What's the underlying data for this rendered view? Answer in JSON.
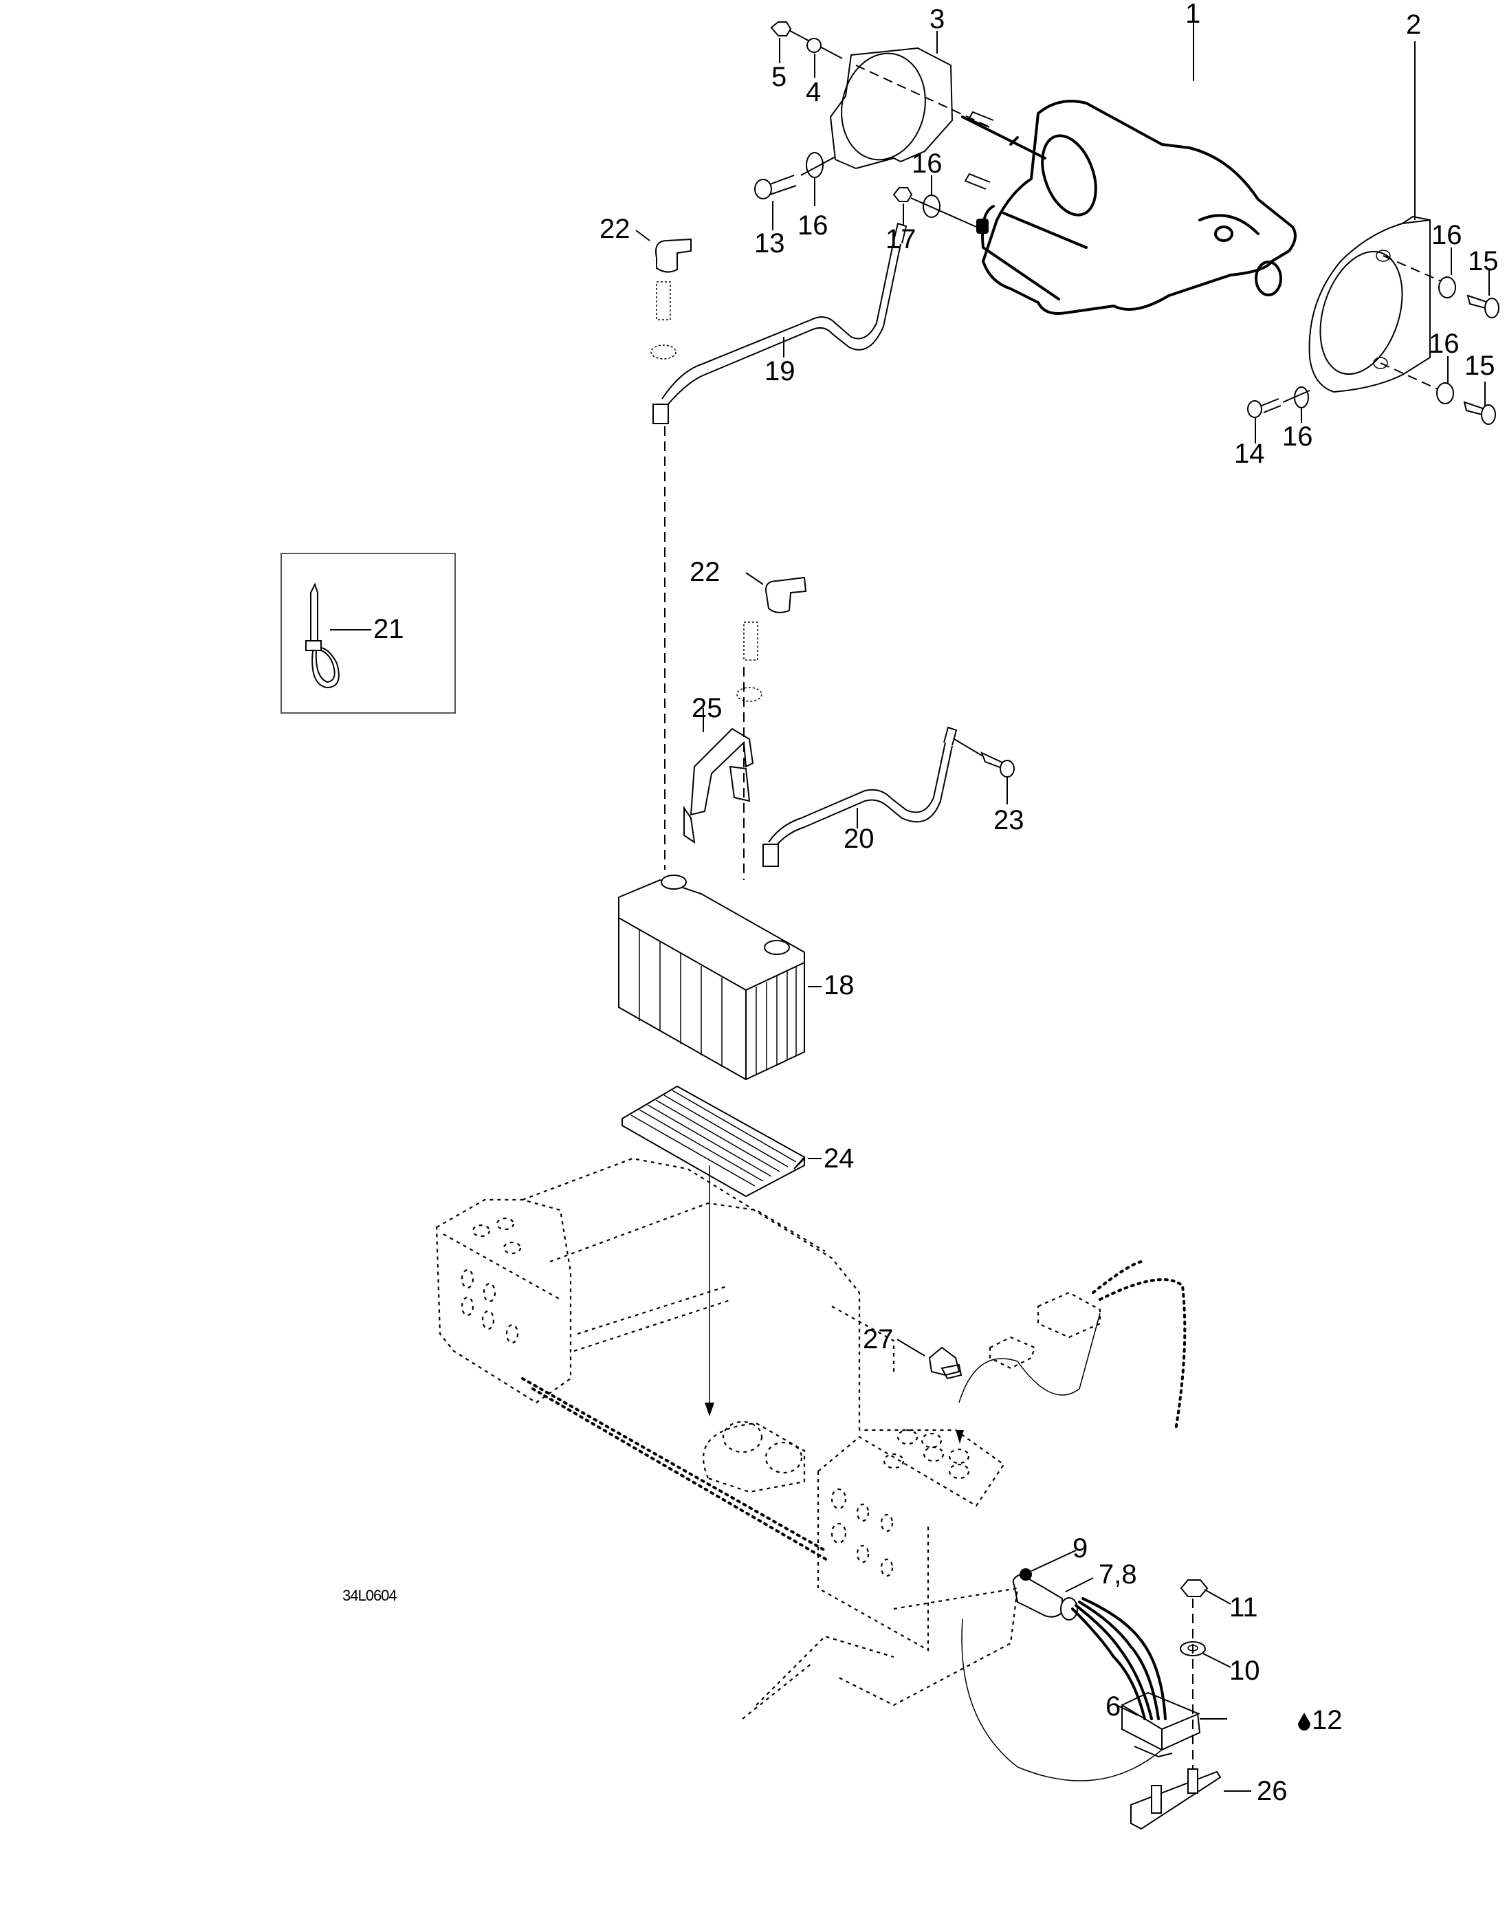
{
  "diagram": {
    "title": "Electrical system exploded parts diagram",
    "drawing_code": "34L0604",
    "callouts": [
      {
        "id": "c1",
        "text": "1",
        "part": "starter"
      },
      {
        "id": "c2",
        "text": "2",
        "part": "starter support plate"
      },
      {
        "id": "c3",
        "text": "3",
        "part": "starter mounting bracket"
      },
      {
        "id": "c4",
        "text": "4",
        "part": "washer"
      },
      {
        "id": "c5",
        "text": "5",
        "part": "nut"
      },
      {
        "id": "c6",
        "text": "6",
        "part": "voltage regulator"
      },
      {
        "id": "c78",
        "text": "7,8",
        "part": "connector housing"
      },
      {
        "id": "c9",
        "text": "9",
        "part": "connector plug"
      },
      {
        "id": "c10",
        "text": "10",
        "part": "washer"
      },
      {
        "id": "c11",
        "text": "11",
        "part": "nut"
      },
      {
        "id": "c12",
        "text": "12",
        "part": "dielectric grease",
        "icon": "drop-icon"
      },
      {
        "id": "c13",
        "text": "13",
        "part": "screw"
      },
      {
        "id": "c14",
        "text": "14",
        "part": "screw"
      },
      {
        "id": "c15a",
        "text": "15",
        "part": "screw"
      },
      {
        "id": "c15b",
        "text": "15",
        "part": "screw"
      },
      {
        "id": "c16a",
        "text": "16",
        "part": "washer"
      },
      {
        "id": "c16b",
        "text": "16",
        "part": "washer"
      },
      {
        "id": "c16c",
        "text": "16",
        "part": "washer"
      },
      {
        "id": "c16d",
        "text": "16",
        "part": "washer"
      },
      {
        "id": "c16e",
        "text": "16",
        "part": "washer"
      },
      {
        "id": "c17",
        "text": "17",
        "part": "nut"
      },
      {
        "id": "c18",
        "text": "18",
        "part": "battery"
      },
      {
        "id": "c19",
        "text": "19",
        "part": "positive cable"
      },
      {
        "id": "c20",
        "text": "20",
        "part": "negative cable"
      },
      {
        "id": "c21",
        "text": "21",
        "part": "tie rap"
      },
      {
        "id": "c22a",
        "text": "22",
        "part": "terminal cap"
      },
      {
        "id": "c22b",
        "text": "22",
        "part": "terminal cap"
      },
      {
        "id": "c23",
        "text": "23",
        "part": "screw"
      },
      {
        "id": "c24",
        "text": "24",
        "part": "battery pad"
      },
      {
        "id": "c25",
        "text": "25",
        "part": "battery strap"
      },
      {
        "id": "c26",
        "text": "26",
        "part": "stud plate"
      },
      {
        "id": "c27",
        "text": "27",
        "part": "fuse holder clip"
      }
    ]
  }
}
